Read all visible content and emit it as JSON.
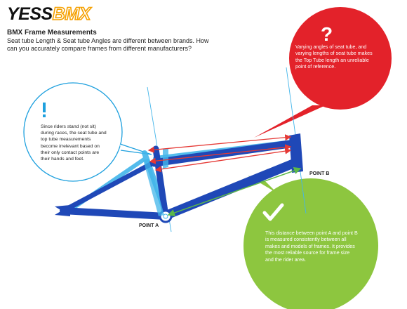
{
  "brand": {
    "logo_part1": "YESS",
    "logo_part2": "BMX",
    "accent_color": "#f5a000"
  },
  "header": {
    "title": "BMX Frame Measurements",
    "intro": "Seat tube Length & Seat tube Angles are different between brands. How can you accurately compare frames from different manufacturers?"
  },
  "callouts": {
    "red": {
      "symbol": "?",
      "text": "Varying angles of seat tube, and varying lengths of seat tube makes the Top Tube length an unreliable point of reference.",
      "color": "#e3222a"
    },
    "blue": {
      "symbol": "!",
      "text": "Since riders stand (not sit) during races, the seat tube and top tube measurements become irrelevant based on their only contact points are their hands and feet.",
      "color": "#1ea0de"
    },
    "green": {
      "symbol": "check-icon",
      "text": "This distance between point A and point B is measured consistently between all makes and models of frames. It provides the most reliable source for frame size and the rider area.",
      "color": "#8dc63f"
    }
  },
  "points": {
    "a": "POINT A",
    "b": "POINT B"
  },
  "frame_colors": {
    "dark": "#1f48b7",
    "light": "#42b5ea",
    "measure_red": "#e53935",
    "measure_green": "#5cb849"
  }
}
